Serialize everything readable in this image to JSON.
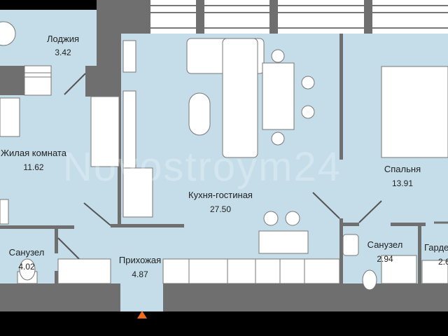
{
  "watermark": "Novostroym24",
  "colors": {
    "floor": "#c4dde9",
    "wall": "#6f6f6f",
    "outside": "#000000",
    "furniture": "#ffffff",
    "entry_marker": "#f26a1b"
  },
  "rooms": [
    {
      "id": "loggia",
      "name": "Лоджия",
      "area": "3.42"
    },
    {
      "id": "living",
      "name": "Жилая комната",
      "area": "11.62"
    },
    {
      "id": "kitchen",
      "name": "Кухня-гостиная",
      "area": "27.50"
    },
    {
      "id": "bedroom",
      "name": "Спальня",
      "area": "13.91"
    },
    {
      "id": "bath1",
      "name": "Санузел",
      "area": "4.02"
    },
    {
      "id": "hall",
      "name": "Прихожая",
      "area": "4.87"
    },
    {
      "id": "bath2",
      "name": "Санузел",
      "area": "2.94"
    },
    {
      "id": "wardrobe",
      "name": "Гардероб",
      "area": "2.6"
    }
  ]
}
